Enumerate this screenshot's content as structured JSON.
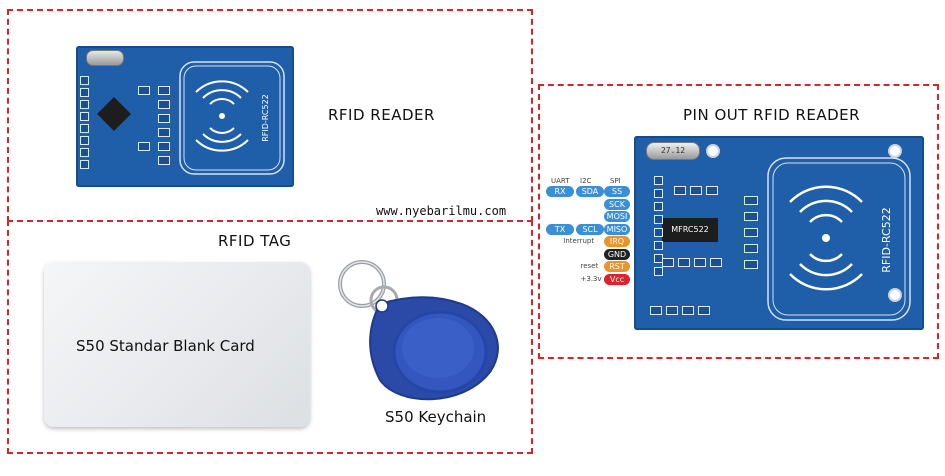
{
  "reader_section": {
    "label": "RFID READER",
    "website": "www.nyebarilmu.com"
  },
  "tag_section": {
    "label": "RFID TAG",
    "card_label": "S50 Standar Blank Card",
    "keychain_label": "S50 Keychain"
  },
  "pinout_section": {
    "label": "PIN OUT RFID READER",
    "board_text": "RFID-RC522",
    "chip_text": "MFRC522",
    "crystal_text": "27.12",
    "column_headers": [
      "UART",
      "I2C",
      "SPI"
    ],
    "pins": [
      {
        "uart": "RX",
        "i2c": "SDA",
        "spi": "SS",
        "side_label": ""
      },
      {
        "uart": "",
        "i2c": "",
        "spi": "SCK",
        "side_label": ""
      },
      {
        "uart": "",
        "i2c": "",
        "spi": "MOSI",
        "side_label": ""
      },
      {
        "uart": "TX",
        "i2c": "SCL",
        "spi": "MISO",
        "side_label": ""
      },
      {
        "uart": "",
        "i2c": "",
        "spi": "IRQ",
        "side_label": "Interrupt"
      },
      {
        "uart": "",
        "i2c": "",
        "spi": "GND",
        "side_label": ""
      },
      {
        "uart": "",
        "i2c": "",
        "spi": "RST",
        "side_label": "reset"
      },
      {
        "uart": "",
        "i2c": "",
        "spi": "Vcc",
        "side_label": "+3.3v"
      }
    ],
    "pin_colors": [
      "#3a8fd6",
      "#3a8fd6",
      "#3a8fd6",
      "#3a8fd6",
      "#e8952c",
      "#222222",
      "#e8952c",
      "#d9232d"
    ]
  }
}
